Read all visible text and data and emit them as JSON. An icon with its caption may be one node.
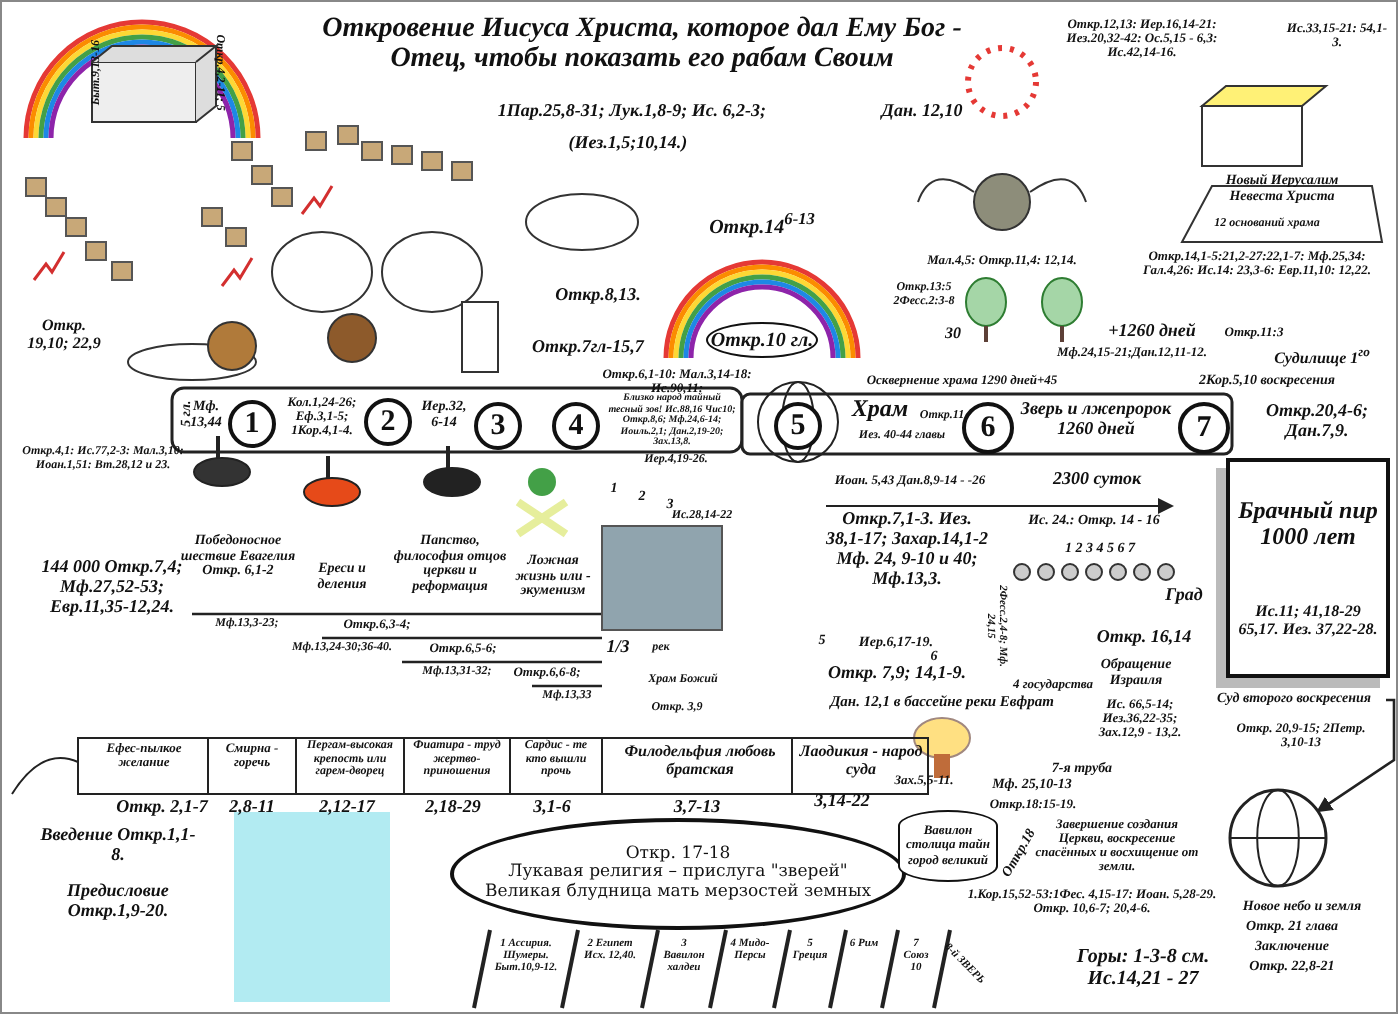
{
  "diagram": {
    "title": "Откровение Иисуса Христа, которое дал Ему Бог - Отец, чтобы показать его рабам Своим",
    "nodes": [
      {
        "text": [
          "1"
        ]
      },
      {
        "text": [
          "2"
        ]
      },
      {
        "text": [
          "3"
        ]
      },
      {
        "text": [
          "4"
        ]
      },
      {
        "text": [
          "Откр.10 гл."
        ]
      },
      {
        "text": [
          "5"
        ]
      },
      {
        "text": [
          "6"
        ]
      },
      {
        "text": [
          "7"
        ]
      },
      {
        "text": [
          "Брачный пир 1000 лет",
          "Ис.11; 41,18-29 65,17. Иез. 37,22-28."
        ]
      },
      {
        "text": [
          "Суд второго воскресения"
        ]
      },
      {
        "text": [],
        "shape": "picture"
      },
      {
        "text": [
          "Откр. 17-18",
          "Лукавая религия – прислуга \"зверей\"",
          "Великая блудница мать мерзостей земных"
        ]
      },
      {
        "text": [
          "Вавилон столица тайн город великий"
        ]
      }
    ],
    "edges": [
      {
        "from": 9,
        "to": 10,
        "arrow": "to"
      }
    ],
    "labels": [
      "Быт.9,13-16",
      "Откр.4,2-11; 5",
      "1Пар.25,8-31; Лук.1,8-9; Ис. 6,2-3;",
      "(Иез.1,5;10,14.)",
      "Дан. 12,10",
      "Откр.8,13.",
      "Откр.7гл-15,7",
      "Откр. 19,10; 22,9",
      "Откр.12,13: Иер.16,14-21: Иез.20,32-42: Ос.5,15 - 6,3: Ис.42,14-16.",
      "Ис.33,15-21: 54,1-3.",
      "Новый Иерусалим Невеста Христа",
      "12 оснований храма",
      "Откр.14$^{6-13}$",
      "Мал.4,5: Откр.11,4: 12,14.",
      "Откр.14,1-5:21,2-27:22,1-7: Мф.25,34: Гал.4,26: Ис.14: 23,3-6: Евр.11,10: 12,22.",
      "Откр.13:5 2Фесс.2:3-8",
      "30",
      "+1260 дней",
      "Откр.11:3",
      "Мф.24,15-21;Дан.12,11-12.",
      "Судилище 1$^{го}$",
      "Откр.6,1-10: Мал.3,14-18: Ис.90,11:",
      "Осквернение храма 1290 дней+45",
      "2Кор.5,10 воскресения",
      "Откр.20,4-6; Дан.7,9.",
      "5 гл.",
      "Мф. 13,44",
      "Кол.1,24-26; Еф.3,1-5; 1Кор.4,1-4.",
      "Иер.32, 6-14",
      "Близко народ тайный тесный зов! Ис.88,16 Чис10; Откр.8,6; Мф.24,6-14; Иоиль.2,1; Дан.2,19-20; Зах.13,8.",
      "Храм",
      "Откр.11",
      "Иез. 40-44 главы",
      "Зверь и лжепророк 1260 дней",
      "Иоан. 5,43 Дан.8,9-14 - -26",
      "2300 суток",
      "Откр.4,1: Ис.77,2-3: Мал.3,10: Иоан.1,51: Вт.28,12 и 23.",
      "144 000 Откр.7,4; Мф.27,52-53; Евр.11,35-12,24.",
      "Победоносное шествие Евагелия Откр. 6,1-2",
      "Ереси и деления",
      "Папство, философия отцов церкви и реформация",
      "Ложная жизнь или - экуменизм",
      "Мф.13,3-23;",
      "Откр.6,3-4;",
      "Мф.13,24-30;36-40.",
      "Откр.6,5-6;",
      "Мф.13,31-32;",
      "Откр.6,6-8;",
      "Мф.13,33",
      "Иер.4,19-26.",
      "1",
      "2",
      "3",
      "Ис.28,14-22",
      "1/3",
      "рек",
      "Храм Божий",
      "Откр. 3,9",
      "Откр.7,1-3. Иез. 38,1-17; Захар.14,1-2 Мф. 24, 9-10 и 40; Мф.13,3.",
      "5",
      "Иер.6,17-19.",
      "6",
      "Откр. 7,9; 14,1-9.",
      "Дан. 12,1 в бассейне реки Евфрат",
      "4 государства",
      "2Фесс.2,4-8; Мф. 24,15",
      "Ис. 24.: Откр. 14 - 16",
      "1 2 3 4 5 6 7",
      "Град",
      "Откр. 16,14",
      "Обращение Израиля",
      "Ис. 66,5-14; Иез.36,22-35; Зах.12,9 - 13,2.",
      "Откр. 20,9-15; 2Петр. 3,10-13",
      "7-я труба",
      "Зах.5,5-11.",
      "Мф. 25,10-13",
      "Откр.18:15-19.",
      "Завершение создания Церкви, воскресение спасённых и восхищение от земли.",
      "1.Кор.15,52-53:1Фес. 4,15-17: Иоан. 5,28-29. Откр. 10,6-7; 20,4-6.",
      "Новое небо и земля",
      "Откр. 21 глава",
      "Заключение",
      "Откр. 22,8-21",
      "Горы: 1-3-8 см. Ис.14,21 - 27",
      "Ефес-пылкое желание",
      "Смирна - горечь",
      "Пергам-высокая крепость или гарем-дворец",
      "Фиатира - труд жертво-приношения",
      "Сардис - те кто вышли прочь",
      "Филодельфия любовь братская",
      "Лаодикия - народ суда",
      "Откр. 2,1-7",
      "2,8-11",
      "2,12-17",
      "2,18-29",
      "3,1-6",
      "3,7-13",
      "3,14-22",
      "Введение Откр.1,1-8.",
      "Предисловие Откр.1,9-20.",
      "Откр.18",
      "1 Ассирия. Шумеры. Быт.10,9-12.",
      "2 Египет Исх. 12,40.",
      "3 Вавилон халдеи",
      "4 Мидо-Персы",
      "5 Греция",
      "6 Рим",
      "7 Союз 10",
      "8-й ЗВЕРЬ"
    ]
  }
}
